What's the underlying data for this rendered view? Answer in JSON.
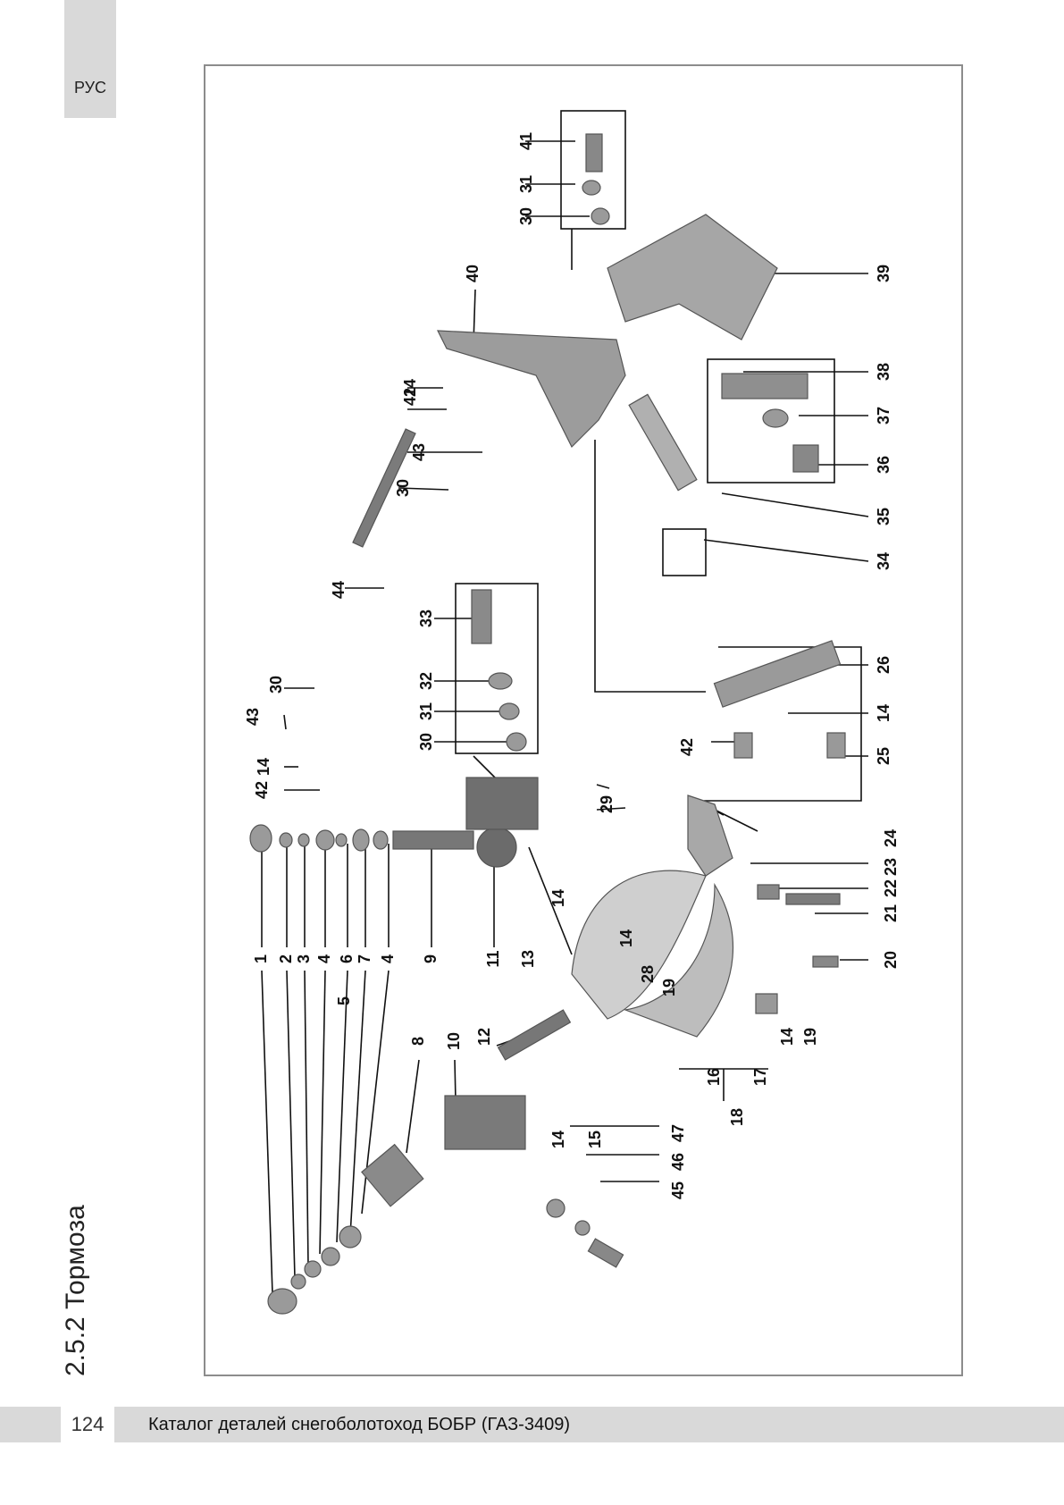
{
  "lang_tab": "РУС",
  "section_title": "2.5.2 Тормоза",
  "footer": {
    "page_number": "124",
    "catalog_title": "Каталог деталей снегоболотоход БОБР (ГАЗ-3409)"
  },
  "diagram": {
    "part_labels": [
      "1",
      "2",
      "3",
      "4",
      "6",
      "7",
      "4",
      "9",
      "11",
      "13",
      "5",
      "8",
      "10",
      "12",
      "14",
      "15",
      "47",
      "46",
      "45",
      "14",
      "29",
      "24",
      "23",
      "22",
      "21",
      "20",
      "14",
      "28",
      "19",
      "14",
      "19",
      "16",
      "17",
      "18",
      "42",
      "14",
      "43",
      "30",
      "44",
      "30",
      "43",
      "14",
      "42",
      "33",
      "32",
      "31",
      "30",
      "41",
      "31",
      "30",
      "40",
      "39",
      "38",
      "37",
      "36",
      "35",
      "34",
      "26",
      "14",
      "25",
      "42"
    ]
  }
}
